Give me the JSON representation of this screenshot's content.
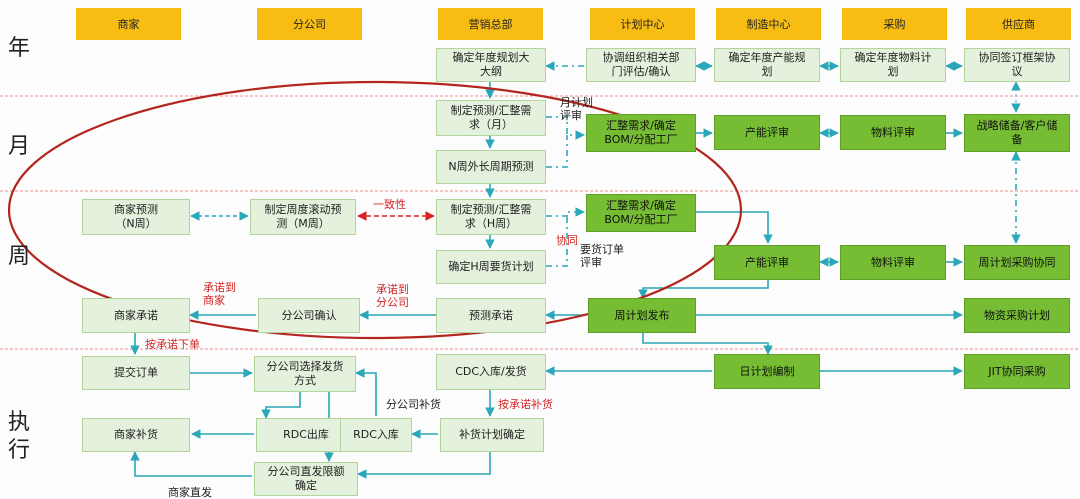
{
  "headers": {
    "merchant": "商家",
    "branch": "分公司",
    "hq": "营销总部",
    "planning": "计划中心",
    "mfg": "制造中心",
    "purchase": "采购",
    "supplier": "供应商"
  },
  "rows": {
    "year": "年",
    "month": "月",
    "week": "周",
    "exec1": "执",
    "exec2": "行"
  },
  "boxes": {
    "hq_annual": "确定年度规划大\n大纲",
    "plan_coord": "协调组织相关部\n门评估/确认",
    "mfg_annual": "确定年度产能规\n划",
    "pur_annual": "确定年度物料计\n划",
    "sup_framework": "协同签订框架协\n议",
    "hq_month_fc": "制定预测/汇整需\n求（月）",
    "hq_n_week": "N周外长周期预测",
    "plan_month_sum": "汇整需求/确定\nBOM/分配工厂",
    "mfg_cap_month": "产能评审",
    "pur_mat_month": "物料评审",
    "sup_strategic": "战略储备/客户储\n备",
    "mer_fc": "商家预测\n（N周）",
    "br_rolling": "制定周度滚动预\n测（M周）",
    "hq_week_fc": "制定预测/汇整需\n求（H周）",
    "plan_week_sum": "汇整需求/确定\nBOM/分配工厂",
    "hq_h_week": "确定H周要货计划",
    "mfg_cap_week": "产能评审",
    "pur_mat_week": "物料评审",
    "sup_week": "周计划采购协同",
    "mer_commit": "商家承诺",
    "br_confirm": "分公司确认",
    "hq_fc_commit": "预测承诺",
    "plan_release": "周计划发布",
    "sup_material": "物资采购计划",
    "mer_order": "提交订单",
    "br_ship": "分公司选择发货\n方式",
    "hq_cdc": "CDC入库/发货",
    "mfg_daily": "日计划编制",
    "sup_jit": "JIT协同采购",
    "br_rdc_out": "RDC出库",
    "mer_replenish": "商家补货",
    "br_rdc_in": "RDC入库",
    "hq_replenish": "补货计划确定",
    "br_direct": "分公司直发限额\n确定"
  },
  "labels": {
    "month_plan_review": "月计划\n评审",
    "consistency": "一致性",
    "coordinate": "协同",
    "order_review": "要货订单\n评审",
    "commit_branch": "承诺到\n分公司",
    "commit_merchant": "承诺到\n商家",
    "order_by_commit": "按承诺下单",
    "replenish_by_commit": "按承诺补货",
    "branch_replenish": "分公司补货",
    "merchant_direct": "商家直发"
  },
  "colors": {
    "header": "#f8bd12",
    "light_box": "#e4f1dc",
    "dark_box": "#76bd33",
    "arrow": "#2aa7b8",
    "red": "#d42525",
    "ellipse": "#b3261e"
  }
}
